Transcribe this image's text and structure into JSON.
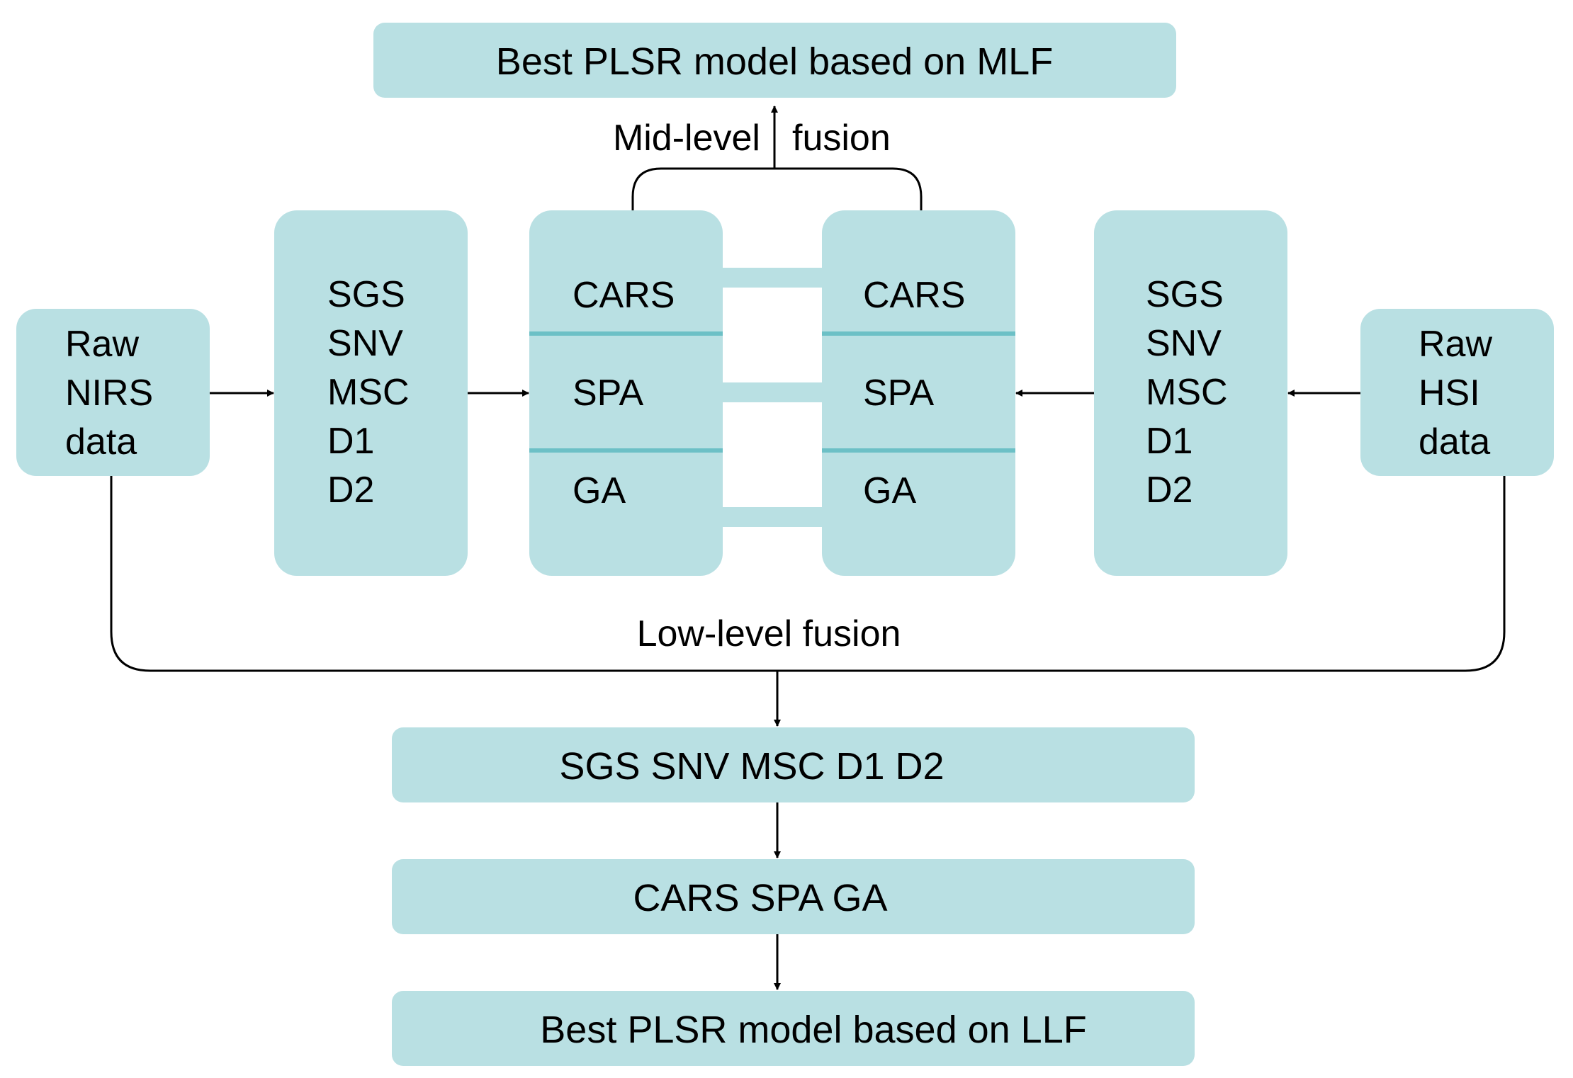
{
  "colors": {
    "box_fill": "#b9e0e3",
    "divider": "#6cc0c6",
    "line": "#000000",
    "background": "#ffffff"
  },
  "top_box": {
    "label": "Best PLSR model based on MLF"
  },
  "mid_level": {
    "left_label": "Mid-level",
    "right_label": "fusion"
  },
  "nirs": {
    "lines": [
      "Raw",
      "NIRS",
      "data"
    ]
  },
  "hsi": {
    "lines": [
      "Raw",
      "HSI",
      "data"
    ]
  },
  "preprocessing_left": {
    "items": [
      "SGS",
      "SNV",
      "MSC",
      "D1",
      "D2"
    ]
  },
  "preprocessing_right": {
    "items": [
      "SGS",
      "SNV",
      "MSC",
      "D1",
      "D2"
    ]
  },
  "selection_left": {
    "items": [
      "CARS",
      "SPA",
      "GA"
    ]
  },
  "selection_right": {
    "items": [
      "CARS",
      "SPA",
      "GA"
    ]
  },
  "low_level": {
    "label": "Low-level fusion"
  },
  "llf_preprocessing": {
    "label": "SGS SNV MSC D1 D2"
  },
  "llf_selection": {
    "label": "CARS SPA GA"
  },
  "bottom_box": {
    "label": "Best PLSR model based on LLF"
  }
}
